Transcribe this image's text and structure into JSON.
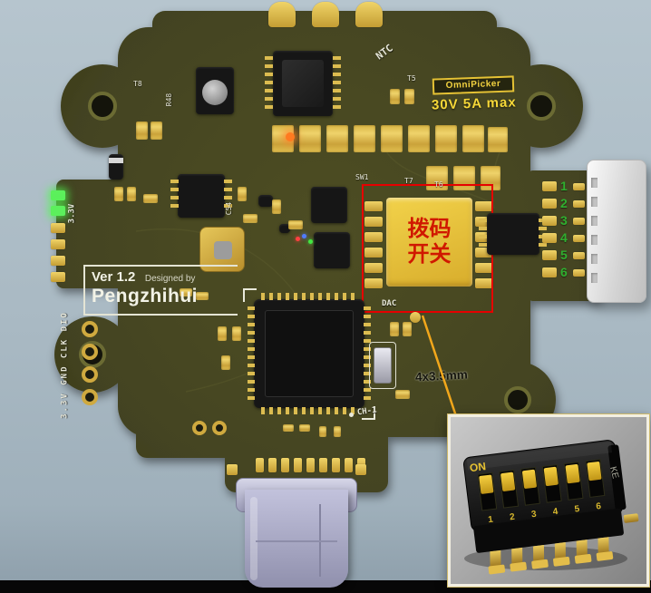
{
  "annotations": {
    "dip_line1": "拨码",
    "dip_line2": "开关",
    "dimension": "4x3.5mm"
  },
  "badge": {
    "brand": "OmniPicker",
    "rating": "30V 5A max"
  },
  "silkscreen": {
    "ntc": "NTC",
    "t5": "T5",
    "t6": "T6",
    "t7": "T7",
    "t8": "T8",
    "r48": "R48",
    "c54": "C54",
    "sw1": "SW1",
    "rail_3v3": "3.3V",
    "io_labels": "3.3V GND CLK DIO",
    "ver": "Ver 1.2",
    "designed_by": "Designed by",
    "author": "Pengzhihui",
    "dac": "DAC",
    "ch1": "CH-1"
  },
  "right_connector": {
    "pin_numbers": [
      "1",
      "2",
      "3",
      "4",
      "5",
      "6"
    ]
  },
  "inset": {
    "on_label": "ON",
    "side_label": "KE",
    "pin_numbers": [
      "1",
      "2",
      "3",
      "4",
      "5",
      "6"
    ]
  }
}
